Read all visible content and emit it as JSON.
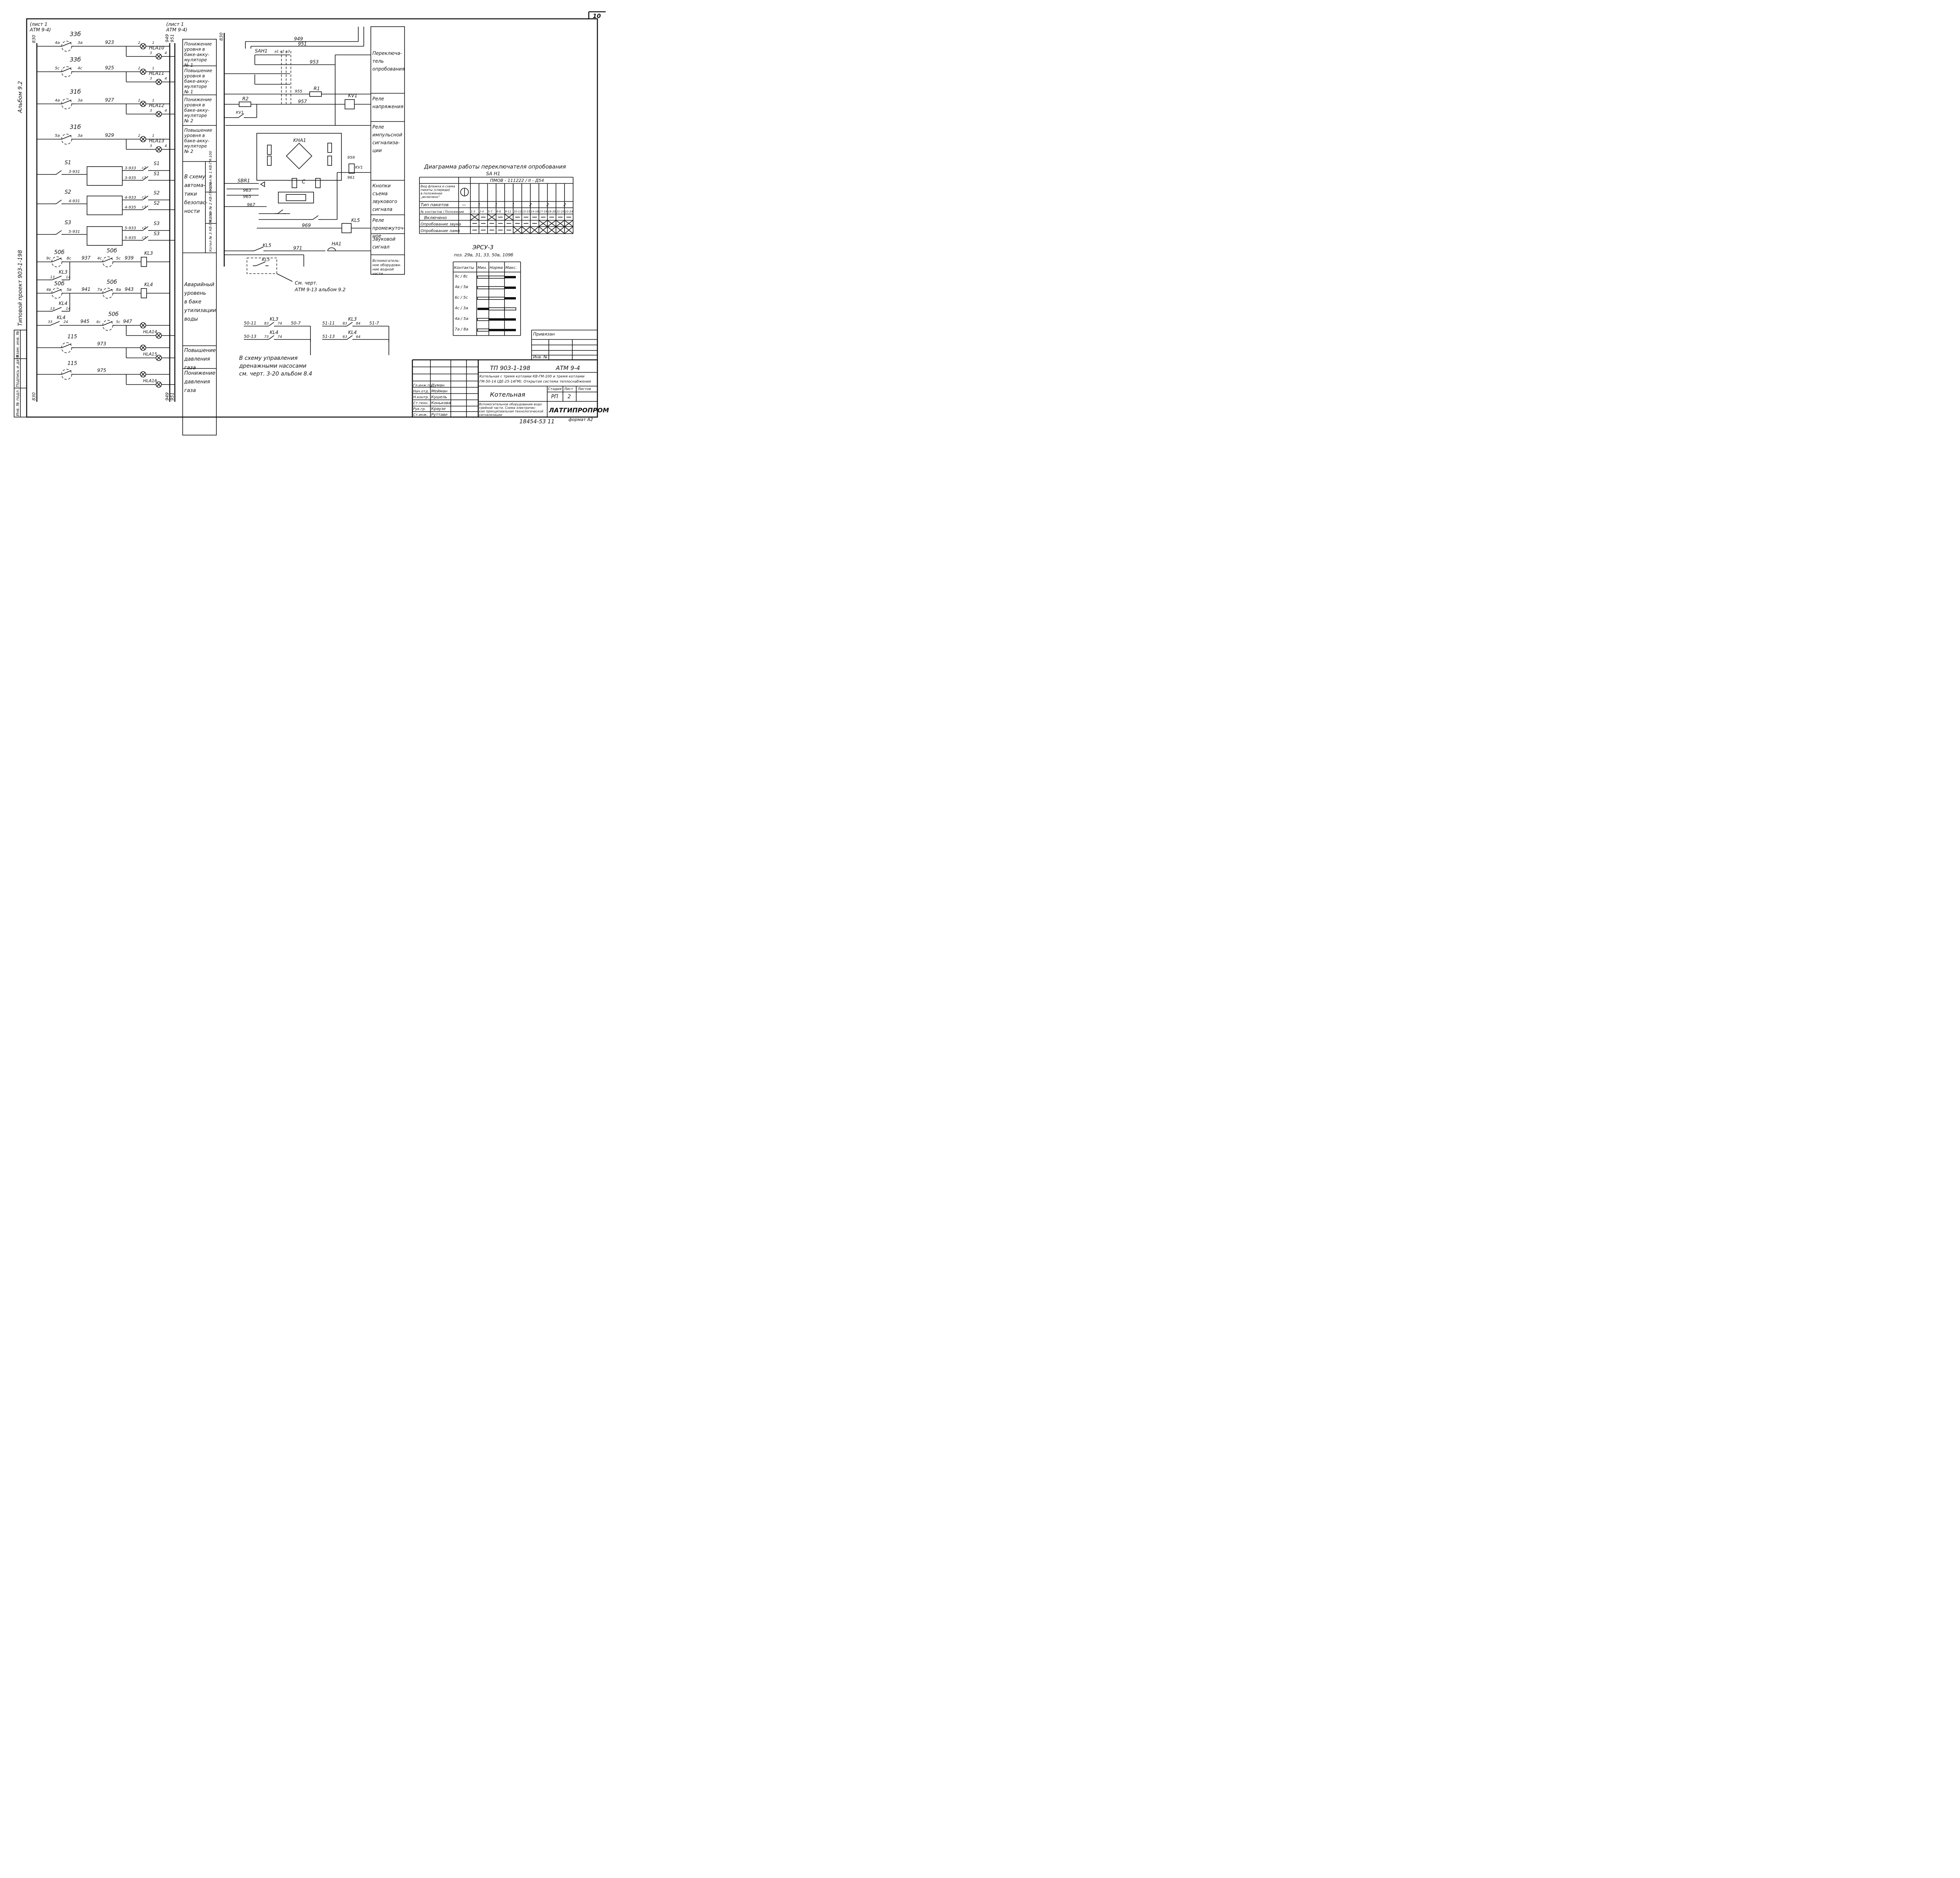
{
  "sheet": {
    "page_number": "10",
    "album_label": "Альбом 9.2",
    "project_label": "Типовой проект 903-1-198",
    "sheet_ref_left": [
      "(лист 1",
      "АТМ 9-4)"
    ],
    "sheet_ref_mid": [
      "(лист 1",
      "АТМ 9-4)"
    ],
    "order_number": "18454-53  11",
    "format": "формат А2",
    "side_stamp": [
      "Инв. № подл.",
      "Подпись и дата",
      "Взам. инв. №"
    ]
  },
  "buses": {
    "bus_830_top": "830",
    "bus_830_bottom": "830",
    "bus_949_top": "949",
    "bus_951_top": "951",
    "bus_949_bottom": "949",
    "bus_951_bottom": "951",
    "bus_830_mid": "830"
  },
  "left_rows": [
    {
      "contact": "33б",
      "a": "4а",
      "b": "3а",
      "wire": "923",
      "lamp": "HLA10"
    },
    {
      "contact": "33б",
      "a": "5с",
      "b": "4с",
      "wire": "925",
      "lamp": "HLA11"
    },
    {
      "contact": "31б",
      "a": "4а",
      "b": "3а",
      "wire": "927",
      "lamp": "HLA12"
    },
    {
      "contact": "31б",
      "a": "5а",
      "b": "3а",
      "wire": "929",
      "lamp": "HLA13"
    }
  ],
  "relay_blocks": [
    {
      "name": "S1",
      "in": "3-931",
      "out1": "3-933",
      "out2": "3-935",
      "c1": "c2",
      "c2": "c3",
      "t1": "4",
      "t2": "4c"
    },
    {
      "name": "S2",
      "in": "4-931",
      "out1": "4-933",
      "out2": "4-935",
      "c1": "c2",
      "c2": "c3",
      "t1": "4",
      "t2": "4c"
    },
    {
      "name": "S3",
      "in": "5-931",
      "out1": "5-933",
      "out2": "5-935",
      "c1": "c2",
      "c2": "c3",
      "t1": "4",
      "t2": "4c"
    }
  ],
  "level_rows": [
    {
      "contact": "50б",
      "a": "9с",
      "b": "8с",
      "wire": "937",
      "contact2": "50б",
      "a2": "4с",
      "b2": "5с",
      "wire2": "939",
      "relay": "KL3",
      "hold": "KL3",
      "h1": "13",
      "h2": "14"
    },
    {
      "contact": "50б",
      "a": "4в",
      "b": "5в",
      "wire": "941",
      "contact2": "50б",
      "a2": "7а",
      "b2": "8а",
      "wire2": "943",
      "relay": "KL4",
      "hold": "KL4",
      "h1": "13",
      "h2": "14"
    }
  ],
  "lower_rows": [
    {
      "contact": "KL4",
      "a": "33",
      "b": "24",
      "wire": "945",
      "contact2": "50б",
      "a2": "6с",
      "b2": "5с",
      "wire2": "947",
      "lamp": "HLA14"
    },
    {
      "contact": "115",
      "wire": "973",
      "lamp": "HLA15"
    },
    {
      "contact": "115",
      "wire": "975",
      "lamp": "HLA16"
    }
  ],
  "function_labels": [
    [
      "Понижение",
      "уровня в",
      "баке-акку-",
      "муляторе",
      "№ 1"
    ],
    [
      "Повышение",
      "уровня в",
      "баке-акку-",
      "муляторе",
      "№ 1"
    ],
    [
      "Понижение",
      "уровня в",
      "баке-акку-",
      "муляторе",
      "№ 2"
    ],
    [
      "Повышение",
      "уровня в",
      "баке-акку-",
      "муляторе",
      "№ 2"
    ],
    [
      "В схему",
      "автома-",
      "тики",
      "безопас-",
      "ности"
    ],
    [
      "Аварийный",
      "уровень",
      "в баке",
      "утилизации",
      "воды"
    ],
    [
      "Повышение",
      "давления",
      "газа"
    ],
    [
      "Понижение",
      "давления",
      "газа"
    ]
  ],
  "boiler_labels": [
    "Котел № 1 КВ-ГМ-100",
    "Котел № 2 КВ-ГМ-100",
    "Котел № 3 КВ-ГМ-100"
  ],
  "right_functions": [
    [
      "Переключа-",
      "тель",
      "опробования"
    ],
    [
      "Реле",
      "напряжения"
    ],
    [
      "Реле",
      "импульсной",
      "сигнализа-",
      "ции"
    ],
    [
      "Кнопки",
      "съема",
      "звукового",
      "сигнала"
    ],
    [
      "Реле",
      "промежуточ-",
      "ное"
    ],
    [
      "Звуковой",
      "сигнал"
    ],
    [
      "Вспомогатель-",
      "ное оборудова-",
      "ние водной",
      "части"
    ]
  ],
  "middle": {
    "w949": "949",
    "w951": "951",
    "w953": "953",
    "w955": "955",
    "w957": "957",
    "w959": "959",
    "w961": "961",
    "w963": "963",
    "w965": "965",
    "w967": "967",
    "w969": "969",
    "w971": "971",
    "sah1": "SAH1",
    "sah1_cols": "а1 а2 а3",
    "r1": "R1",
    "r2": "R2",
    "kv1": "KV1",
    "kha1": "KHA1",
    "cap": "С",
    "sbr1": "SBR1",
    "kl5": "KL5",
    "ha1": "HA1",
    "kv1_contact": "KV1",
    "see_drawing": [
      "См. черт.",
      "АТМ 9-13 альбом 9.2"
    ],
    "terminals": [
      "13",
      "1",
      "3",
      "12",
      "5",
      "7",
      "14",
      "16",
      "20",
      "19",
      "18",
      "17",
      "10",
      "9",
      "8",
      "7",
      "6",
      "15",
      "14",
      "13",
      "12",
      "11",
      "21",
      "22",
      "23",
      "11",
      "5",
      "6",
      "4"
    ]
  },
  "drain": {
    "kl3_in": "50-11",
    "kl3_a": "83",
    "kl3_b": "74",
    "kl3_out": "50-7",
    "kl4_in": "50-13",
    "kl4_a": "73",
    "kl4_b": "74",
    "kl3b_in": "51-11",
    "kl3b_a": "83",
    "kl3b_b": "84",
    "kl3b_out": "51-7",
    "kl4b_in": "51-13",
    "kl4b_a": "63",
    "kl4b_b": "64",
    "relay_kl3": "KL3",
    "relay_kl4": "KL4",
    "note": [
      "В схему управления",
      "дренажными насосами",
      "см. черт. 3-20 альбом 8.4"
    ]
  },
  "switch_table": {
    "title": "Диаграмма работы переключателя опробования",
    "subtitle": "SA H1",
    "model": "ПМОВ - 111222 / II - Д54",
    "header_label": [
      "Вид флажка и схема",
      "пакеты (спереди)",
      "в положении",
      "„включено“"
    ],
    "row_labels": [
      "Тип пакетов",
      "№ контактов / Положение",
      "Включено",
      "Опробование звука",
      "Опробование ламп"
    ],
    "types": [
      "—",
      "1",
      "1",
      "1",
      "2",
      "2",
      "2"
    ],
    "contacts": [
      "1-3",
      "2-4",
      "5-7",
      "6-8",
      "9-11",
      "10-12",
      "13-15",
      "14-16",
      "17-19",
      "18-20",
      "21-23",
      "22-24"
    ],
    "states": {
      "vkl": [
        1,
        0,
        1,
        0,
        1,
        0,
        0,
        0,
        0,
        0,
        0,
        0
      ],
      "zvuk": [
        0,
        0,
        0,
        0,
        0,
        0,
        0,
        0,
        1,
        1,
        1,
        1
      ],
      "lamp": [
        0,
        0,
        0,
        0,
        0,
        1,
        1,
        1,
        1,
        1,
        1,
        1
      ]
    }
  },
  "ersu": {
    "title": "ЭРСУ-3",
    "subtitle": "поз. 29в, 31, 33, 50в, 109б",
    "headers": [
      "Контакты",
      "Мин.",
      "Норма",
      "Макс."
    ],
    "rows": [
      {
        "contact": "9с / 8с",
        "pattern": "max"
      },
      {
        "contact": "4в / 5в",
        "pattern": "max"
      },
      {
        "contact": "6с / 5с",
        "pattern": "max"
      },
      {
        "contact": "4с / 3а",
        "pattern": "min"
      },
      {
        "contact": "4а / 5а",
        "pattern": "normmax"
      },
      {
        "contact": "7а / 8а",
        "pattern": "normmax"
      }
    ]
  },
  "title_block": {
    "privyazan": "Привязан",
    "inv_no": "Инв. №",
    "code": "ТП 903-1-198",
    "sheet_code": "АТМ 9-4",
    "description": [
      "Котельная с тремя котлами КВ-ГМ-100 и тремя котлами",
      "ГМ-50-14 (ДЕ-25-14ГМ). Открытая система теплоснабжения"
    ],
    "object": "Котельная",
    "stage_h": "Стадия",
    "sheet_h": "Лист",
    "sheets_h": "Листов",
    "stage": "РП",
    "sheet": "2",
    "sheets": "",
    "drawing_title": [
      "Вспомогательное оборудование водо-",
      "грейной части. Схема электричес-",
      "кая принципиальная технологической",
      "сигнализации"
    ],
    "org": "ЛАТГИПРОПРОМ",
    "signers": [
      {
        "role": "Гл.инж.пр.",
        "name": "Думан"
      },
      {
        "role": "Нач.отд.",
        "name": "Мейман"
      },
      {
        "role": "Н.контр.",
        "name": "Кушель"
      },
      {
        "role": "Ст.техн.",
        "name": "Конькова"
      },
      {
        "role": "Рук.гр.",
        "name": "Краузе"
      },
      {
        "role": "Ст.инж.",
        "name": "Руттаве"
      }
    ]
  }
}
